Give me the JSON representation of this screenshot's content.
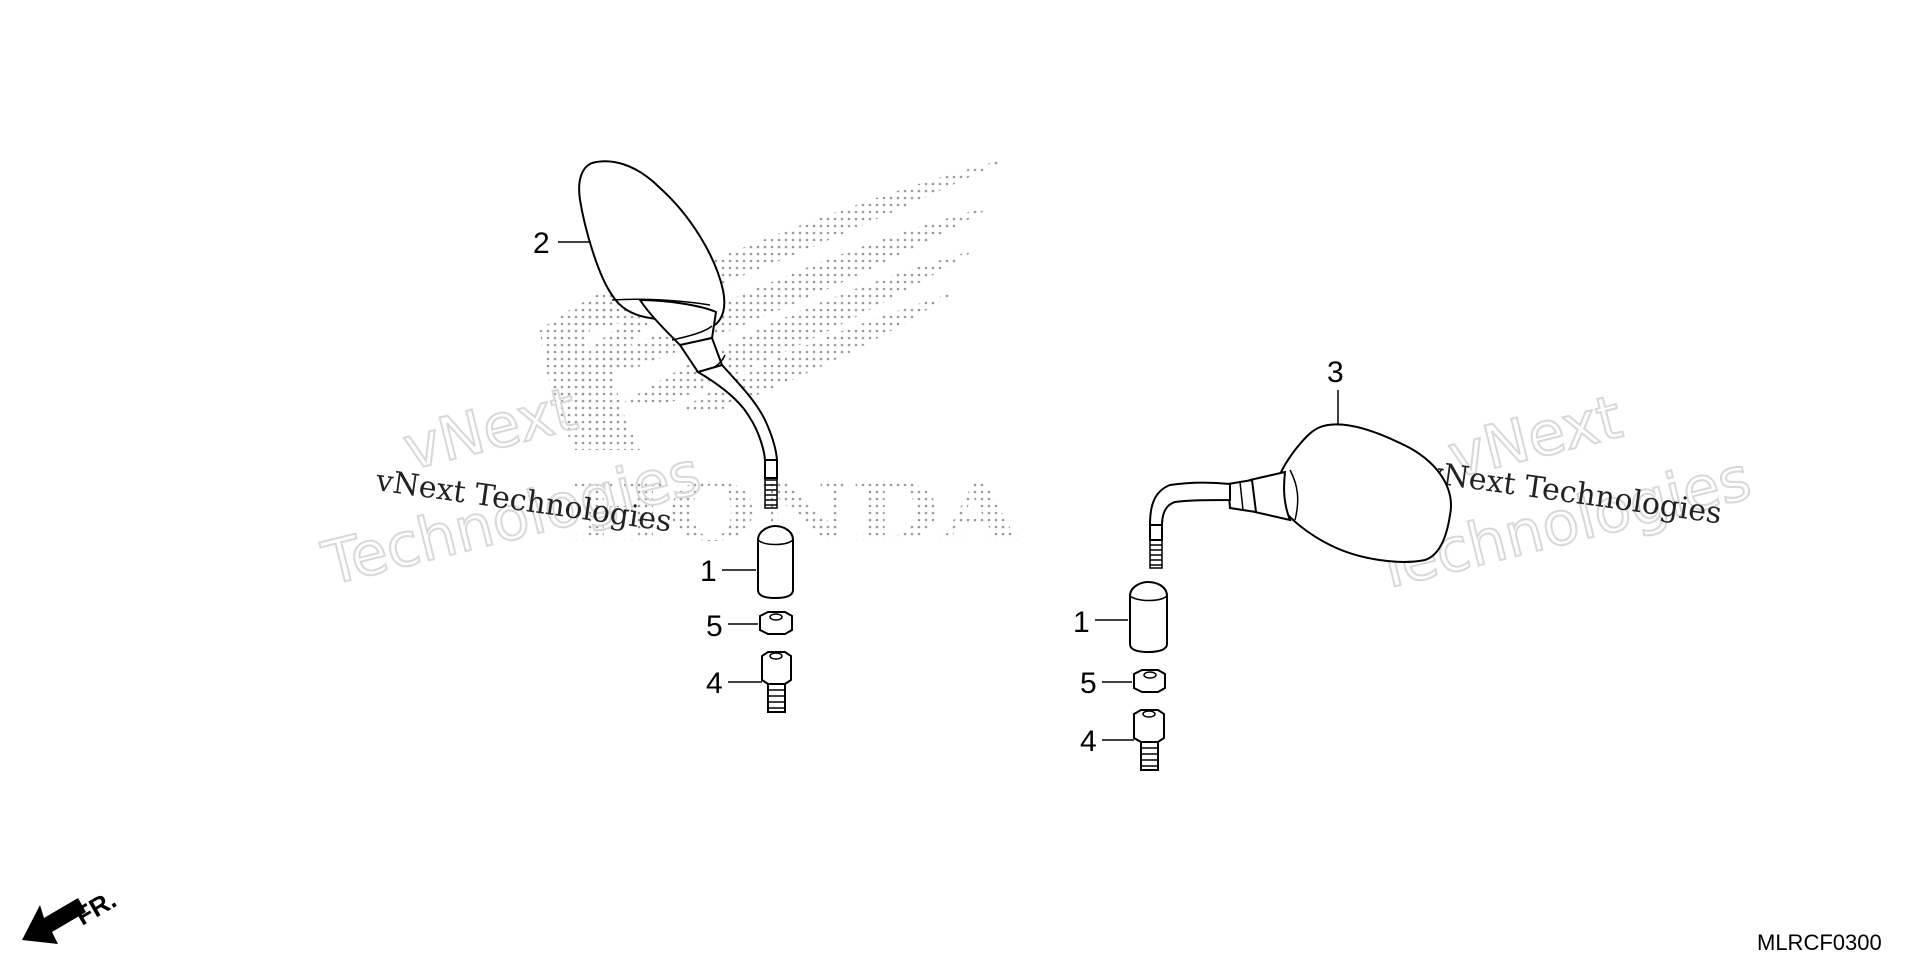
{
  "callouts": {
    "left_cap": "1",
    "left_mirror": "2",
    "left_nut": "5",
    "left_adapter": "4",
    "right_mirror": "3",
    "right_cap": "1",
    "right_nut": "5",
    "right_adapter": "4"
  },
  "watermarks": {
    "left_small": "vNext Technologies",
    "left_big_line1": "vNext",
    "left_big_line2": "Technologies",
    "right_small": "vNext Technologies",
    "right_big_line1": "vNext",
    "right_big_line2": "Technologies"
  },
  "background_logo": {
    "text": "HONDA",
    "icon": "wing-logo-icon"
  },
  "direction_indicator": {
    "label": "FR.",
    "icon": "front-arrow-icon"
  },
  "diagram_code": "MLRCF0300",
  "colors": {
    "line": "#000000",
    "background": "#ffffff",
    "logo_dots": "#9a9a9a",
    "watermark_outline": "#d8d8d8"
  }
}
